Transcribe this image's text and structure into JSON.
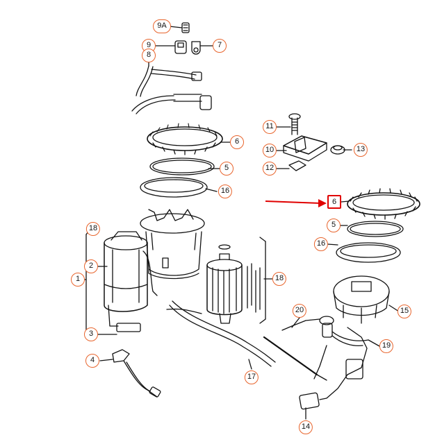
{
  "callouts": {
    "c9a": "9A",
    "c9": "9",
    "c8": "8",
    "c7": "7",
    "c6top": "6",
    "c5top": "5",
    "c16top": "16",
    "c11": "11",
    "c10": "10",
    "c12": "12",
    "c13": "13",
    "c6right": "6",
    "c5right": "5",
    "c16right": "16",
    "c18left": "18",
    "c2": "2",
    "c1": "1",
    "c3": "3",
    "c4": "4",
    "c18mid": "18",
    "c17": "17",
    "c20": "20",
    "c15": "15",
    "c19": "19",
    "c14": "14"
  },
  "colors": {
    "callout_border": "#e8642c",
    "highlight": "#e00000",
    "arrow": "#e00000",
    "line": "#111111"
  }
}
